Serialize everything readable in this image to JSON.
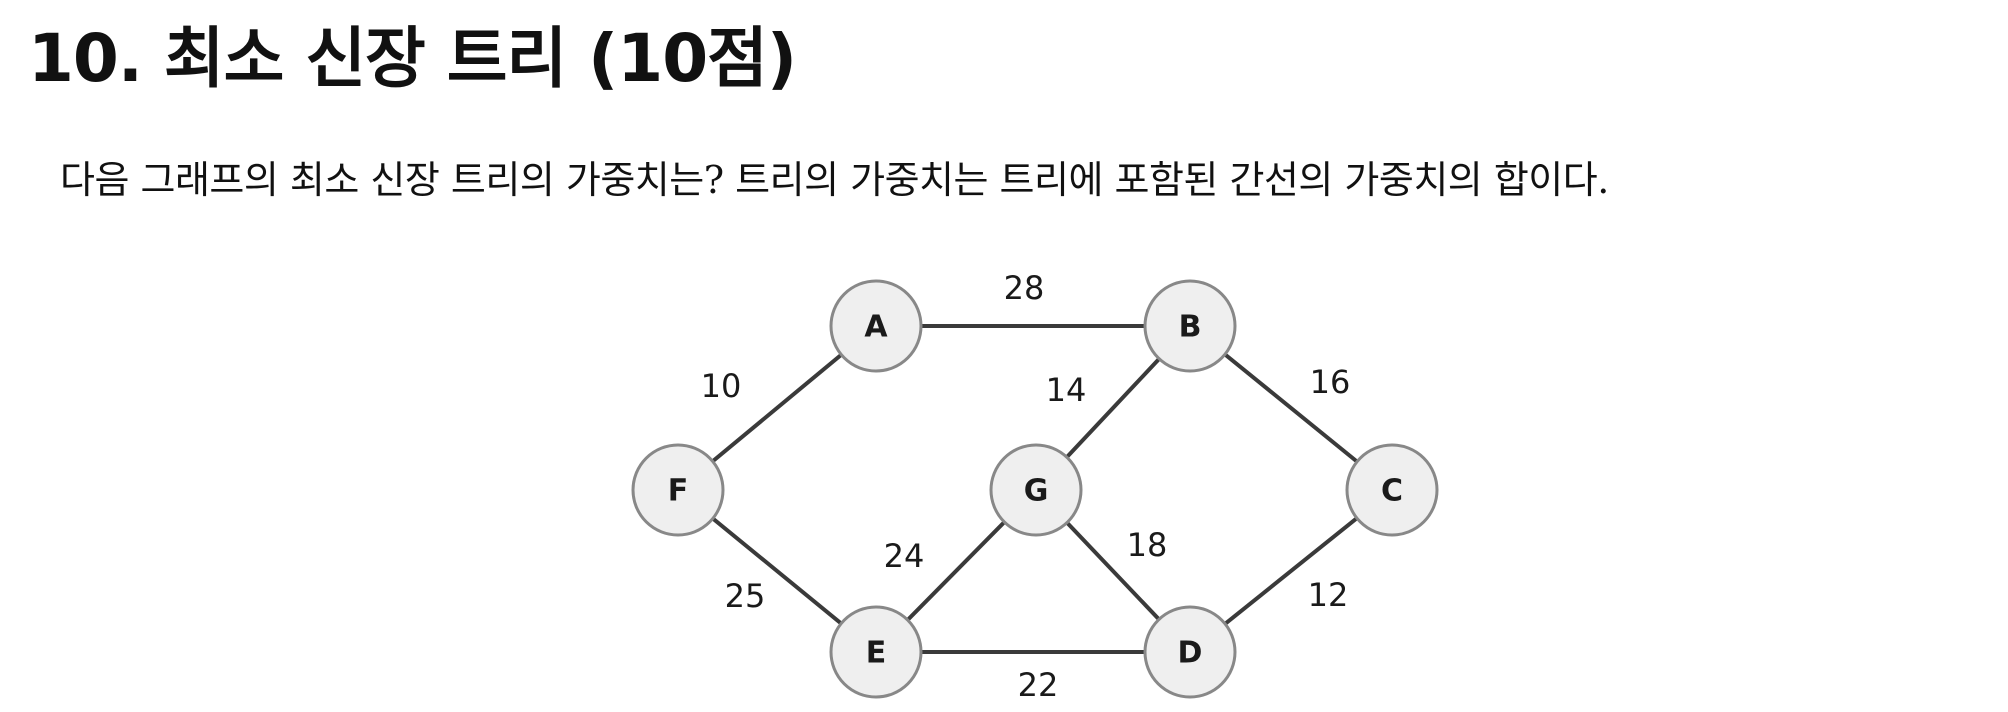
{
  "heading": {
    "title": "10. 최소 신장 트리 (10점)"
  },
  "question": {
    "text": "다음 그래프의 최소 신장 트리의 가중치는? 트리의 가중치는 트리에 포함된 간선의 가중치의 합이다."
  },
  "graph": {
    "nodes": [
      {
        "id": "A",
        "label": "A"
      },
      {
        "id": "B",
        "label": "B"
      },
      {
        "id": "C",
        "label": "C"
      },
      {
        "id": "D",
        "label": "D"
      },
      {
        "id": "E",
        "label": "E"
      },
      {
        "id": "F",
        "label": "F"
      },
      {
        "id": "G",
        "label": "G"
      }
    ],
    "edges": [
      {
        "from": "A",
        "to": "B",
        "weight": "28"
      },
      {
        "from": "A",
        "to": "F",
        "weight": "10"
      },
      {
        "from": "B",
        "to": "G",
        "weight": "14"
      },
      {
        "from": "B",
        "to": "C",
        "weight": "16"
      },
      {
        "from": "G",
        "to": "E",
        "weight": "24"
      },
      {
        "from": "G",
        "to": "D",
        "weight": "18"
      },
      {
        "from": "F",
        "to": "E",
        "weight": "25"
      },
      {
        "from": "E",
        "to": "D",
        "weight": "22"
      },
      {
        "from": "C",
        "to": "D",
        "weight": "12"
      }
    ]
  }
}
